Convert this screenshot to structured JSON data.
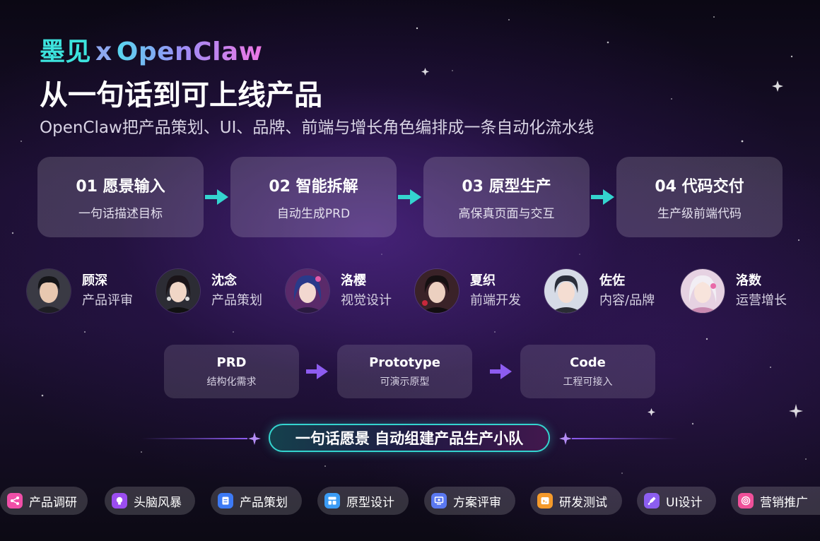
{
  "header": {
    "brand_primary": "墨见",
    "brand_separator": "x",
    "brand_secondary": "OpenClaw",
    "title": "从一句话到可上线产品",
    "subtitle": "OpenClaw把产品策划、UI、品牌、前端与增长角色编排成一条自动化流水线"
  },
  "steps": [
    {
      "title": "01 愿景输入",
      "desc": "一句话描述目标"
    },
    {
      "title": "02 智能拆解",
      "desc": "自动生成PRD"
    },
    {
      "title": "03 原型生产",
      "desc": "高保真页面与交互"
    },
    {
      "title": "04 代码交付",
      "desc": "生产级前端代码"
    }
  ],
  "team": [
    {
      "name": "顾深",
      "role": "产品评审"
    },
    {
      "name": "沈念",
      "role": "产品策划"
    },
    {
      "name": "洛樱",
      "role": "视觉设计"
    },
    {
      "name": "夏织",
      "role": "前端开发"
    },
    {
      "name": "佐佐",
      "role": "内容/品牌"
    },
    {
      "name": "洛数",
      "role": "运营增长"
    }
  ],
  "artifacts": [
    {
      "title": "PRD",
      "desc": "结构化需求"
    },
    {
      "title": "Prototype",
      "desc": "可演示原型"
    },
    {
      "title": "Code",
      "desc": "工程可接入"
    }
  ],
  "tagline": "一句话愿景 自动组建产品生产小队",
  "chips": [
    {
      "label": "产品调研",
      "icon": "share-nodes-icon",
      "color": "#f04fa8"
    },
    {
      "label": "头脑风暴",
      "icon": "lightbulb-icon",
      "color": "#9b4df0"
    },
    {
      "label": "产品策划",
      "icon": "document-icon",
      "color": "#3d7af5"
    },
    {
      "label": "原型设计",
      "icon": "layout-grid-icon",
      "color": "#3b9cf5"
    },
    {
      "label": "方案评审",
      "icon": "presentation-icon",
      "color": "#5a78f0"
    },
    {
      "label": "研发测试",
      "icon": "code-terminal-icon",
      "color": "#f59a2b"
    },
    {
      "label": "UI设计",
      "icon": "pen-tool-icon",
      "color": "#8c5ef0"
    },
    {
      "label": "营销推广",
      "icon": "target-icon",
      "color": "#f0509a"
    }
  ],
  "colors": {
    "accent_cyan": "#34d4cf",
    "accent_purple": "#8d5cf0",
    "brand_pink": "#ee78e4"
  }
}
